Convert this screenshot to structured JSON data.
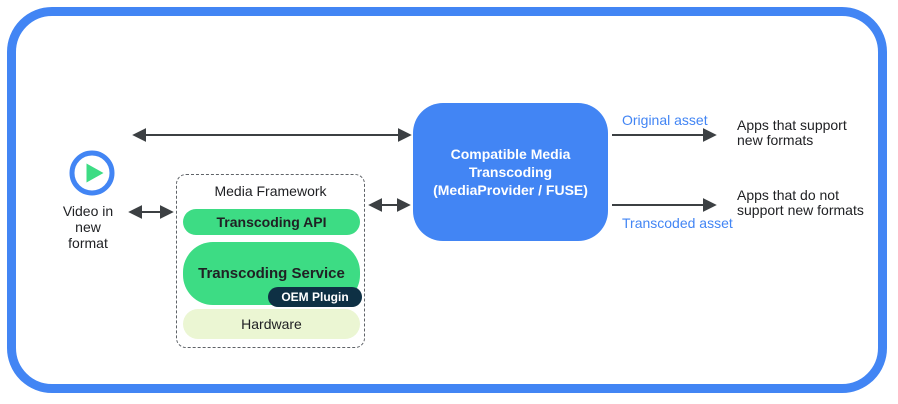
{
  "colors": {
    "frame_blue": "#4285f4",
    "box_blue": "#4285f4",
    "green": "#3ddc84",
    "navy": "#0e3044",
    "hardware_bg": "#ebf6d3",
    "arrow": "#3c4043",
    "text_dark": "#202124",
    "blue_label": "#4285f4"
  },
  "source": {
    "icon": "play-icon",
    "label_lines": {
      "0": "Video in",
      "1": "new",
      "2": "format"
    }
  },
  "media_framework": {
    "title": "Media Framework",
    "transcoding_api": "Transcoding API",
    "transcoding_service": "Transcoding Service",
    "oem_plugin": "OEM Plugin",
    "hardware": "Hardware"
  },
  "transcoding_box": {
    "lines": {
      "0": "Compatible Media",
      "1": "Transcoding",
      "2": "(MediaProvider / FUSE)"
    }
  },
  "outputs": {
    "original": {
      "arrow_label": "Original asset",
      "target_lines": {
        "0": "Apps that support",
        "1": "new formats"
      }
    },
    "transcoded": {
      "arrow_label": "Transcoded asset",
      "target_lines": {
        "0": "Apps that do not",
        "1": "support new formats"
      }
    }
  }
}
